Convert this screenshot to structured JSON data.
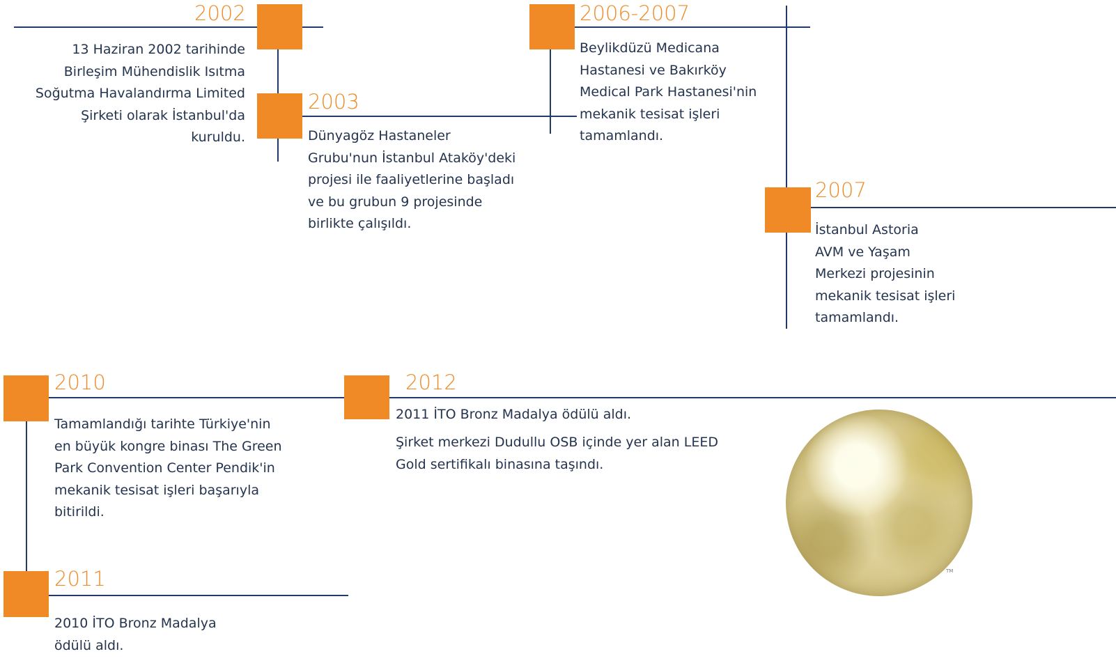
{
  "colors": {
    "accent": "#ef8a26",
    "line": "#1f3a6b",
    "text": "#24344f"
  },
  "timeline": [
    {
      "year": "2002",
      "lines": [
        "13 Haziran 2002 tarihinde",
        "Birleşim Mühendislik Isıtma",
        "Soğutma Havalandırma Limited",
        "Şirketi olarak İstanbul'da",
        "kuruldu."
      ]
    },
    {
      "year": "2003",
      "lines": [
        "Dünyagöz Hastaneler",
        "Grubu'nun İstanbul Ataköy'deki",
        "projesi ile faaliyetlerine başladı",
        "ve bu grubun 9 projesinde",
        "birlikte çalışıldı."
      ]
    },
    {
      "year": "2006-2007",
      "lines": [
        "Beylikdüzü Medicana",
        "Hastanesi ve Bakırköy",
        "Medical Park Hastanesi'nin",
        "mekanik tesisat işleri",
        "tamamlandı."
      ]
    },
    {
      "year": "2007",
      "lines": [
        "İstanbul Astoria",
        "AVM ve Yaşam",
        "Merkezi projesinin",
        "mekanik tesisat işleri",
        "tamamlandı."
      ]
    },
    {
      "year": "2010",
      "lines": [
        "Tamamlandığı tarihte Türkiye'nin",
        "en büyük kongre binası The Green",
        "Park Convention Center Pendik'in",
        "mekanik tesisat işleri başarıyla",
        "bitirildi."
      ]
    },
    {
      "year": "2011",
      "lines": [
        "2010 İTO Bronz Madalya",
        "ödülü aldı."
      ]
    },
    {
      "year": "2012",
      "lines": [
        "2011 İTO Bronz Madalya ödülü aldı."
      ],
      "lines2": [
        "Şirket merkezi Dudullu OSB içinde yer alan LEED",
        "Gold sertifikalı binasına taşındı."
      ]
    }
  ],
  "medal": {
    "mark": "TM"
  }
}
